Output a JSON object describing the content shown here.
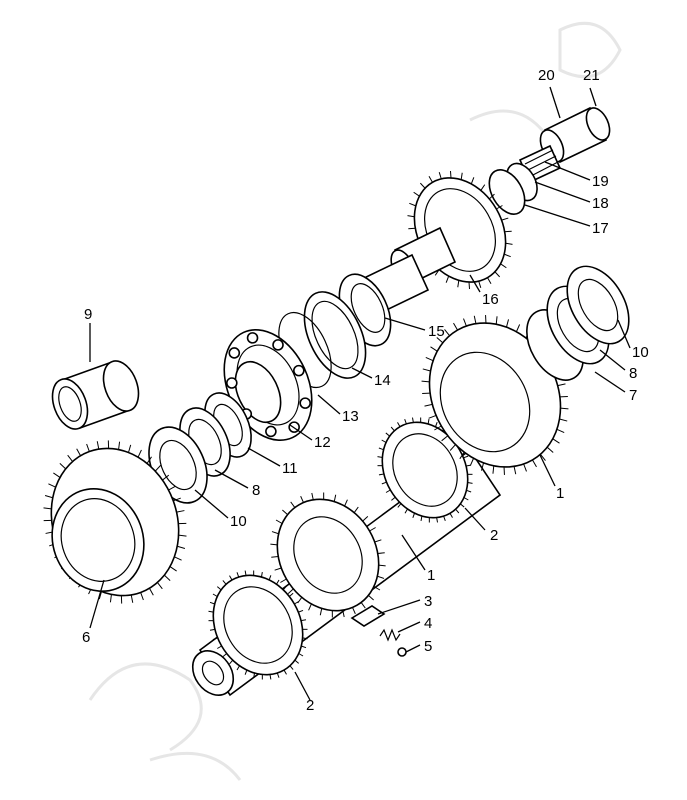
{
  "callouts": [
    {
      "id": "1a",
      "label": "1"
    },
    {
      "id": "1b",
      "label": "1"
    },
    {
      "id": "2a",
      "label": "2"
    },
    {
      "id": "2b",
      "label": "2"
    },
    {
      "id": "3",
      "label": "3"
    },
    {
      "id": "4",
      "label": "4"
    },
    {
      "id": "5",
      "label": "5"
    },
    {
      "id": "6",
      "label": "6"
    },
    {
      "id": "7",
      "label": "7"
    },
    {
      "id": "8a",
      "label": "8"
    },
    {
      "id": "8b",
      "label": "8"
    },
    {
      "id": "9",
      "label": "9"
    },
    {
      "id": "10a",
      "label": "10"
    },
    {
      "id": "10b",
      "label": "10"
    },
    {
      "id": "11",
      "label": "11"
    },
    {
      "id": "12",
      "label": "12"
    },
    {
      "id": "13",
      "label": "13"
    },
    {
      "id": "14",
      "label": "14"
    },
    {
      "id": "15",
      "label": "15"
    },
    {
      "id": "16",
      "label": "16"
    },
    {
      "id": "17",
      "label": "17"
    },
    {
      "id": "18",
      "label": "18"
    },
    {
      "id": "19",
      "label": "19"
    },
    {
      "id": "20",
      "label": "20"
    },
    {
      "id": "21",
      "label": "21"
    }
  ]
}
